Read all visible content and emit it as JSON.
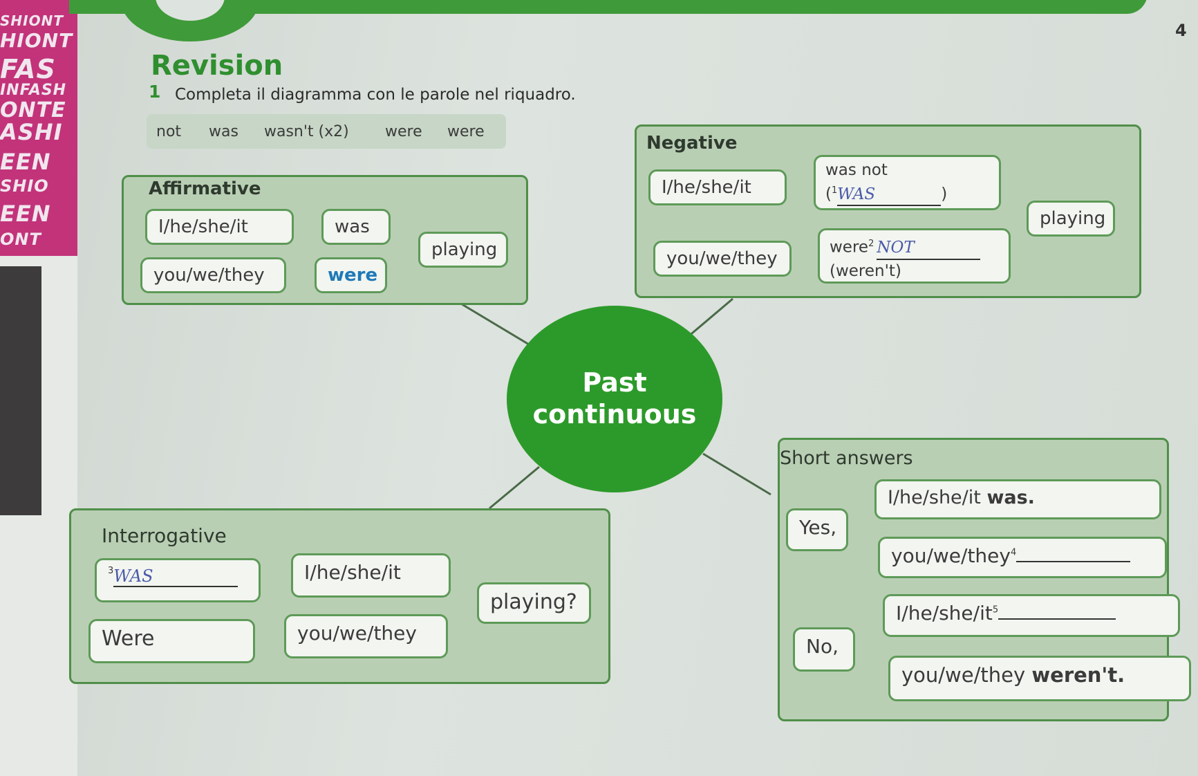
{
  "page_number": "4",
  "title": "Revision",
  "instruction": {
    "number": "1",
    "text": "Completa il diagramma con le parole nel riquadro."
  },
  "word_box": [
    "not",
    "was",
    "wasn't (x2)",
    "were",
    "were"
  ],
  "side_strip": [
    "SHIONT",
    "HIONT",
    "FAS",
    "INFASH",
    "ONTE",
    "ASHI",
    "EEN",
    "SHIO",
    "EEN",
    "ONT"
  ],
  "center": {
    "line1": "Past",
    "line2": "continuous"
  },
  "affirmative": {
    "title": "Affirmative",
    "subject1": "I/he/she/it",
    "verb1": "was",
    "subject2": "you/we/they",
    "verb2": "were",
    "verb": "playing"
  },
  "negative": {
    "title": "Negative",
    "subject1": "I/he/she/it",
    "verb1_line1": "was not",
    "verb1_open": "(",
    "verb1_num": "1",
    "verb1_answer": "WAS",
    "verb1_close": ")",
    "subject2": "you/we/they",
    "verb2_line1": "were",
    "verb2_num": "2",
    "verb2_answer": "NOT",
    "verb2_line2": "(weren't)",
    "verb": "playing"
  },
  "interrogative": {
    "title": "Interrogative",
    "blank_num": "3",
    "blank_answer": "WAS",
    "aux2": "Were",
    "subject1": "I/he/she/it",
    "subject2": "you/we/they",
    "verb": "playing?"
  },
  "short_answers": {
    "title": "Short answers",
    "yes": "Yes,",
    "no": "No,",
    "yes1_subject": "I/he/she/it",
    "yes1_verb": "was.",
    "yes2_subject": "you/we/they",
    "yes2_num": "4",
    "no1_subject": "I/he/she/it",
    "no1_num": "5",
    "no2_subject": "you/we/they",
    "no2_verb": "weren't."
  }
}
